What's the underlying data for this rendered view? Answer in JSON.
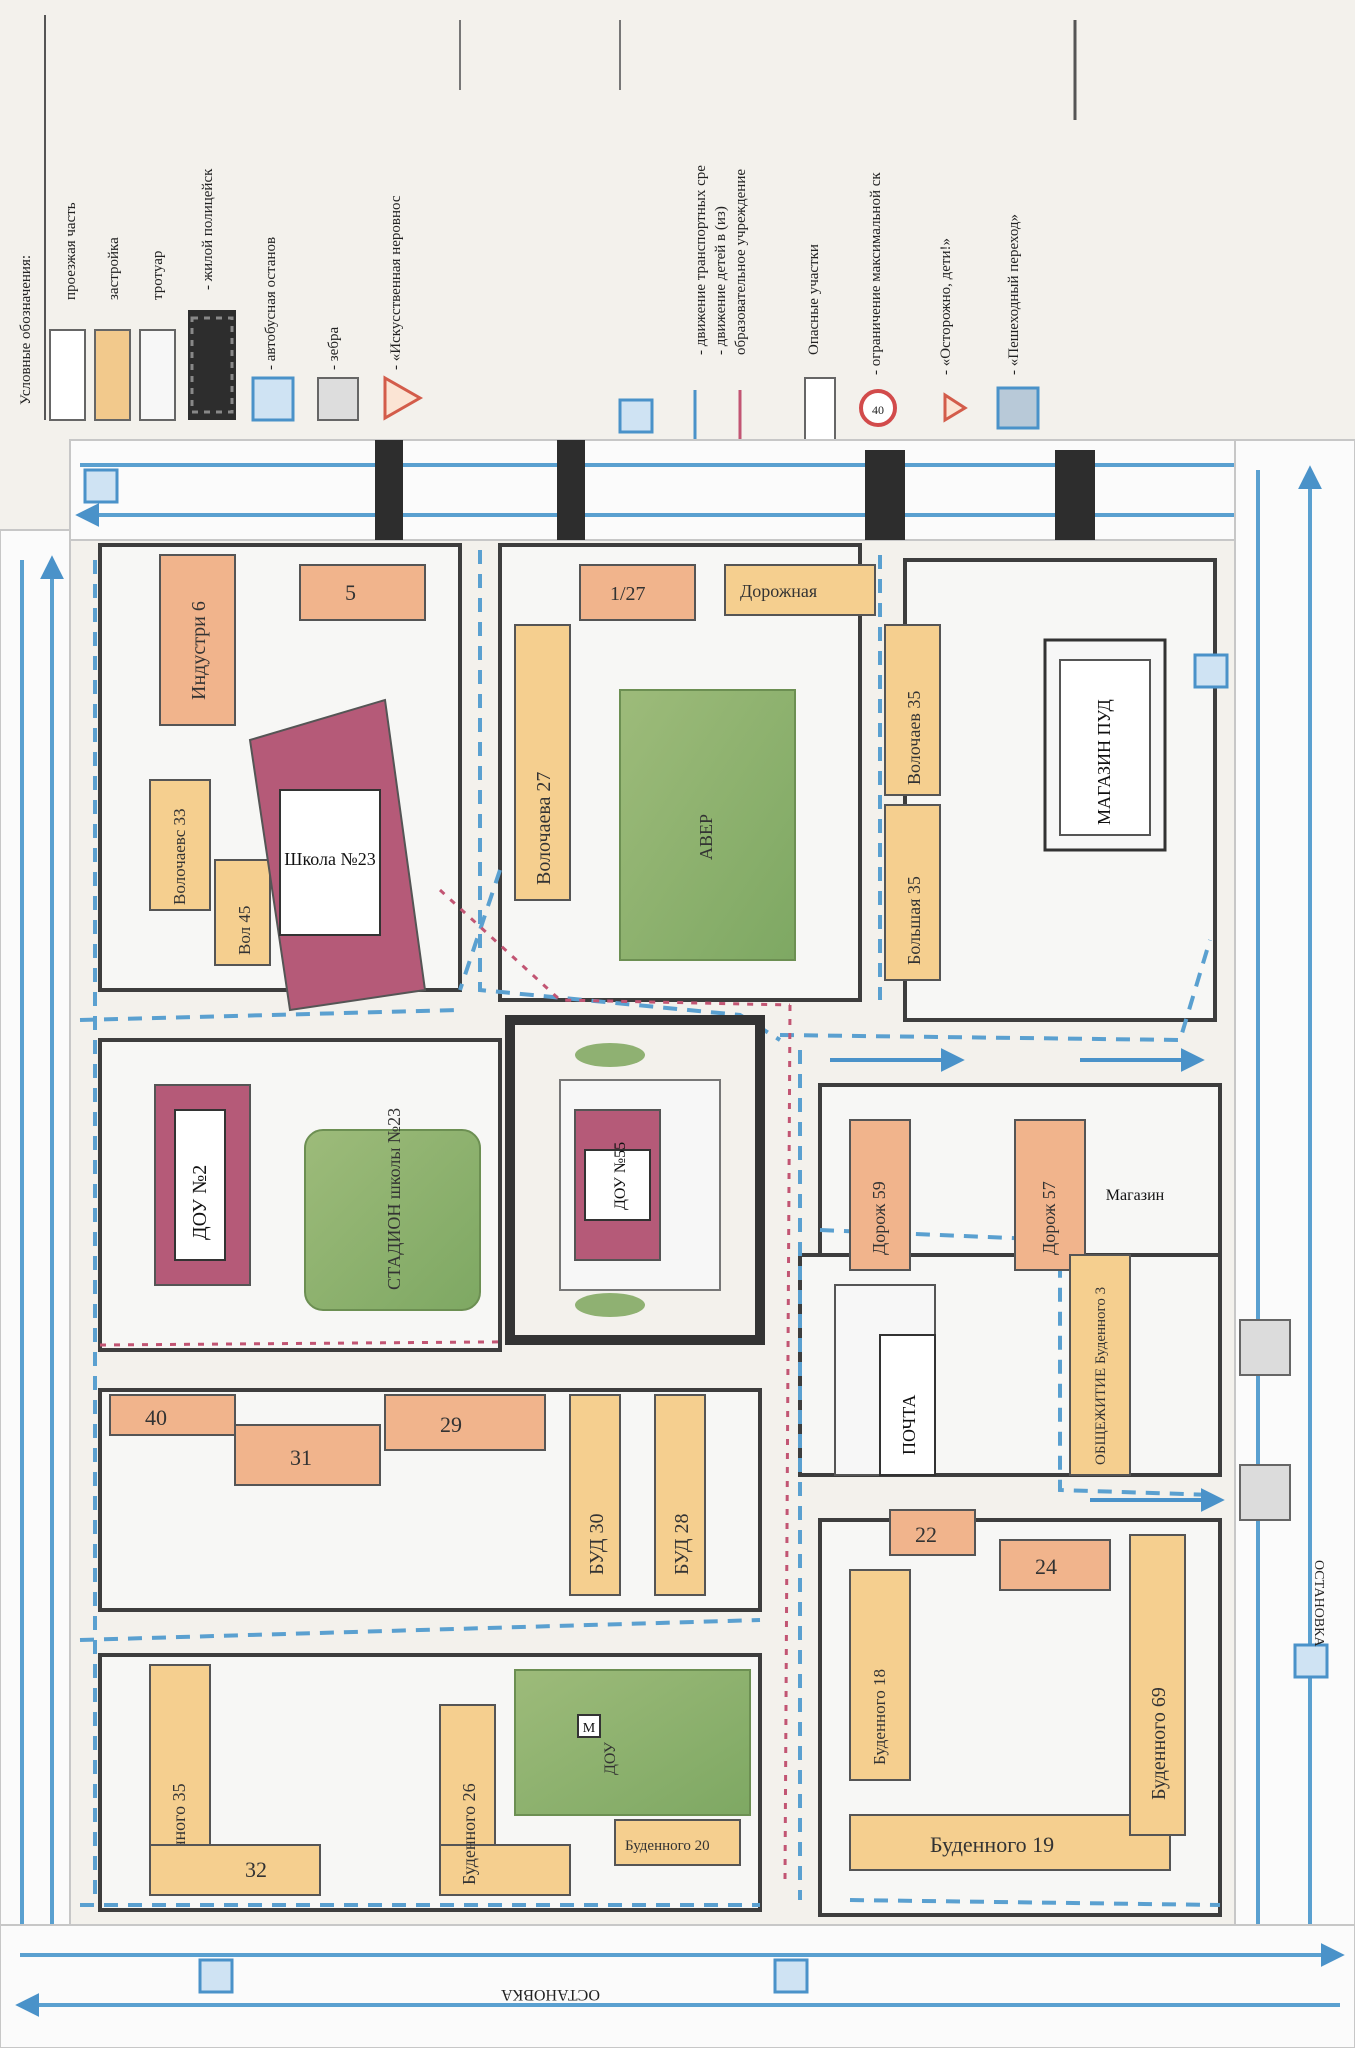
{
  "legend": {
    "title": "Условные обозначения:",
    "items": [
      {
        "key": "carriageway",
        "label": "проезжая часть"
      },
      {
        "key": "buildings",
        "label": "застройка"
      },
      {
        "key": "sidewalk",
        "label": "тротуар"
      },
      {
        "key": "railway",
        "label": "- жилой полицейск"
      },
      {
        "key": "bus_stop",
        "label": "- автобусная останов"
      },
      {
        "key": "zebra",
        "label": "- зебра"
      },
      {
        "key": "artificial_crossing",
        "label": "- «Искусственная неровнос"
      },
      {
        "key": "vehicle_traffic",
        "label": "- движение транспортных сре"
      },
      {
        "key": "children_movement",
        "label": "- движение детей в (из)"
      },
      {
        "key": "edu_institution",
        "label": "образовательное учреждение"
      },
      {
        "key": "danger_zone",
        "label": "Опасные участки"
      },
      {
        "key": "speed_limit",
        "label": "- ограничение максимальной ск"
      },
      {
        "key": "children_sign",
        "label": "- «Осторожно, дети!»"
      },
      {
        "key": "pedestrian_crossing",
        "label": "- «Пешеходный переход»"
      }
    ]
  },
  "road_labels": {
    "stop_left": "ОСТАНОВКА",
    "stop_right": "ОСТАНОВКА"
  },
  "facilities": {
    "school": "Школа №23",
    "dou2": "ДОУ №2",
    "stadium": "СТАДИОН школы №23",
    "dou55": "ДОУ №55",
    "avr": "АВЕР",
    "shop_pud": "МАГАЗИН ПУД",
    "shop_small": "Магазин",
    "post": "ПОЧТА",
    "dorm": "ОБЩЕЖИТИЕ Буденного 3",
    "dou_lower": "ДОУ",
    "mosque": "М"
  },
  "buildings": [
    {
      "id": "b-industr",
      "label": "Индустри 6"
    },
    {
      "id": "b-5",
      "label": "5"
    },
    {
      "id": "b-volochaev33",
      "label": "Волочаевс 33"
    },
    {
      "id": "b-vol45",
      "label": "Вол 45"
    },
    {
      "id": "b-volochaeva27",
      "label": "Волочаева 27"
    },
    {
      "id": "b-1-27",
      "label": "1/27"
    },
    {
      "id": "b-dorozh",
      "label": "Дорожная"
    },
    {
      "id": "b-vol35",
      "label": "Волочаев 35"
    },
    {
      "id": "b-bolsh35",
      "label": "Большая 35"
    },
    {
      "id": "b-dor59",
      "label": "Дорож 59"
    },
    {
      "id": "b-dor57",
      "label": "Дорож 57"
    },
    {
      "id": "b-40",
      "label": "40"
    },
    {
      "id": "b-31",
      "label": "31"
    },
    {
      "id": "b-29",
      "label": "29"
    },
    {
      "id": "b-bud30",
      "label": "БУД 30"
    },
    {
      "id": "b-bud28",
      "label": "БУД 28"
    },
    {
      "id": "b-22",
      "label": "22"
    },
    {
      "id": "b-24",
      "label": "24"
    },
    {
      "id": "b-bud35",
      "label": "Буденного 35"
    },
    {
      "id": "b-32",
      "label": "32"
    },
    {
      "id": "b-bud26",
      "label": "Буденного 26"
    },
    {
      "id": "b-bud20",
      "label": "Буденного 20"
    },
    {
      "id": "b-bud18",
      "label": "Буденного 18"
    },
    {
      "id": "b-bud19",
      "label": "Буденного 19"
    },
    {
      "id": "b-bud69",
      "label": "Буденного 69"
    }
  ],
  "colors": {
    "carriageway": "#ffffff",
    "building": "#f1b48c",
    "building_yellow": "#f5cf8f",
    "school": "#b55a78",
    "green": "#8fb172",
    "sidewalk": "#dcdcdc",
    "path_blue": "#5aa0d0",
    "arrow_red": "#c25573"
  }
}
